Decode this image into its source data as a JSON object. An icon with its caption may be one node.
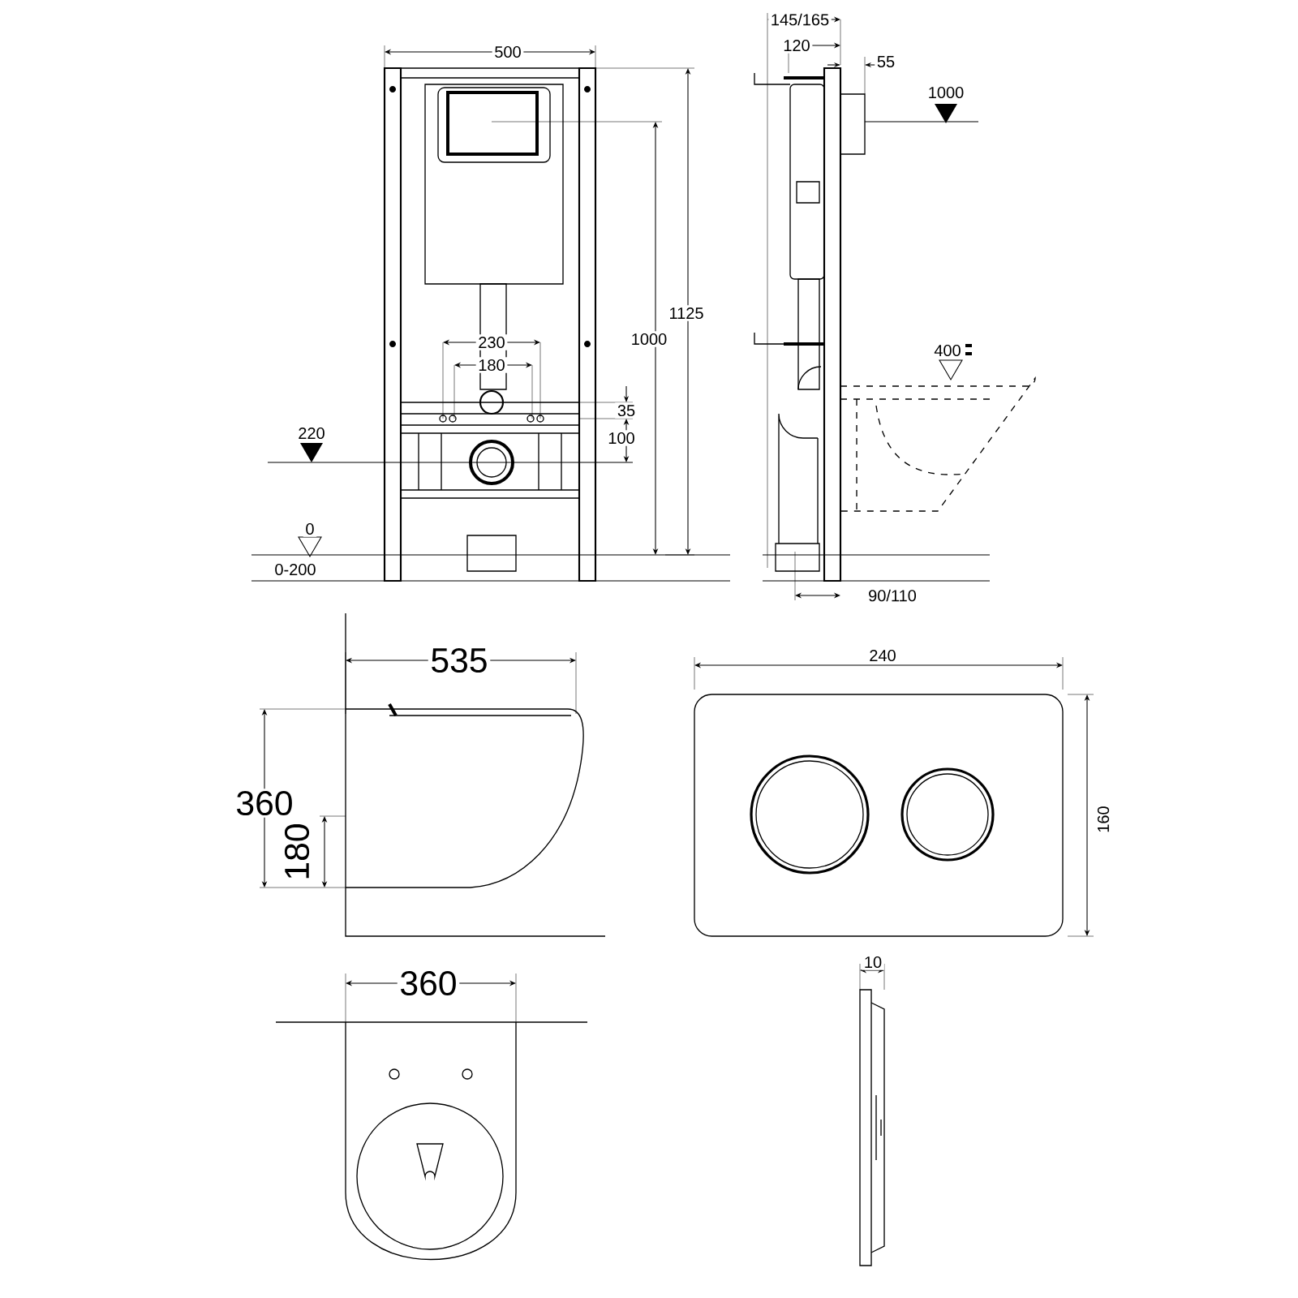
{
  "diagram": {
    "labels": [
      "500",
      "1125",
      "1000",
      "230",
      "180",
      "35",
      "100",
      "220",
      "0",
      "0-200",
      "145/165",
      "120",
      "55",
      "1000",
      "400",
      "90/110",
      "535",
      "360",
      "180",
      "240",
      "160",
      "360",
      "10"
    ]
  }
}
